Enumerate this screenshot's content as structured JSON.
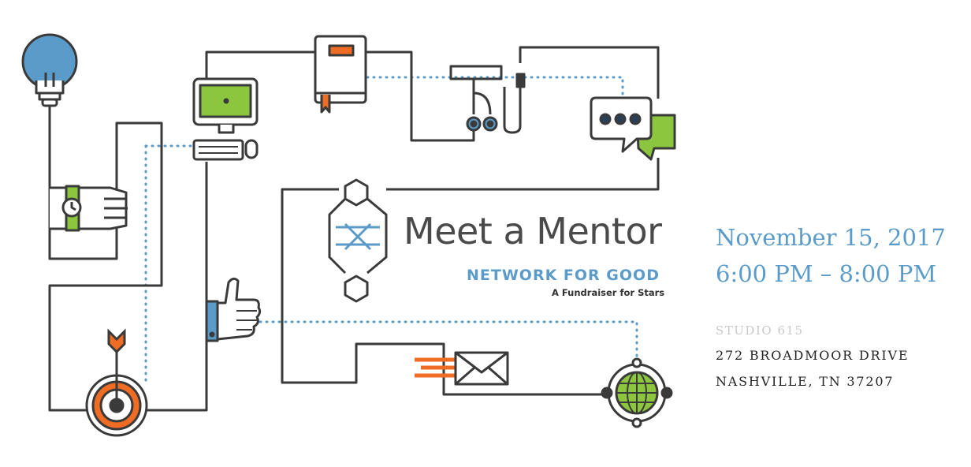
{
  "event": {
    "title": "Meet a Mentor",
    "organization": "NETWORK FOR GOOD",
    "tagline": "A Fundraiser for Stars",
    "date": "November 15, 2017",
    "time": "6:00 PM – 8:00 PM",
    "venue": "STUDIO 615",
    "address_line1": "272 BROADMOOR DRIVE",
    "address_line2": "NASHVILLE, TN 37207"
  },
  "colors": {
    "line": "#3a3a3a",
    "accent_blue": "#5b9bc9",
    "accent_green": "#8cc63f",
    "accent_orange": "#ef6c24",
    "muted_gray": "#c9c9c9"
  },
  "icons": [
    "lightbulb-icon",
    "wristwatch-icon",
    "target-icon",
    "computer-icon",
    "notebook-icon",
    "earbuds-icon",
    "chat-bubble-icon",
    "thumbs-up-icon",
    "envelope-icon",
    "globe-icon",
    "logo-mark"
  ]
}
